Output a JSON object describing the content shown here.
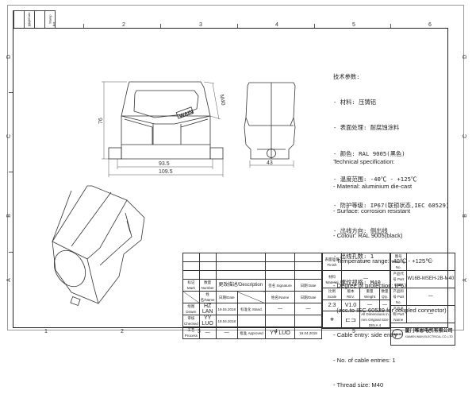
{
  "corner_labels": [
    "签名/Date",
    "Stamp"
  ],
  "zones": {
    "columns": [
      "1",
      "2",
      "3",
      "4",
      "5",
      "6"
    ],
    "rows": [
      "D",
      "C",
      "B",
      "A"
    ]
  },
  "drawing": {
    "front_view": {
      "dim_height": "76",
      "dim_thread": "M40",
      "dim_inner_width": "93.5",
      "dim_outer_width": "109.5",
      "logo_text": "WAIN"
    },
    "side_view": {
      "dim_width": "43"
    }
  },
  "spec_cn": {
    "title": "技术参数:",
    "items": [
      "- 材料: 压铸铝",
      "- 表面处理: 耐腐蚀涂料",
      "- 颜色: RAL 9005(黑色)",
      "- 温度范围: -40℃ - +125℃",
      "- 防护等级: IP67(联锁状态,IEC 60529)",
      "- 出线方向: 侧出线",
      "- 出线孔数: 1",
      "- 螺纹规格: M40"
    ]
  },
  "spec_en": {
    "title": "Technical specification:",
    "items": [
      "- Material: aluminium die-cast",
      "- Surface: corrosion resistant",
      "- Colour: RAL 9005(black)",
      "- Temperature range: -40℃ - +125℃",
      "- Degree of protection: IP67",
      "  (acc.to IEC 60529 for coupled connector)",
      "- Cable entry: side entry",
      "- No. of cable entries: 1",
      "- Thread size: M40"
    ]
  },
  "title_block": {
    "rev_header": {
      "mark": "标记 Mark",
      "number": "数量 Number",
      "description": "更改描述/Description",
      "signature": "签名 Signature",
      "date": "日期 Date"
    },
    "name_label": "姓名/Name",
    "date_label": "日期/Date",
    "drawn_label": "绘图 Drawn",
    "drawn_name": "HZ LAN",
    "drawn_date": "19.04.2018",
    "checked_label": "审核 Checked",
    "checked_name": "YY LUO",
    "checked_date": "19.04.2018",
    "process_label": "工艺 Process",
    "process_name": "—",
    "process_date": "—",
    "stand_label": "标准化 Stand.",
    "stand_name": "—",
    "stand_date": "—",
    "approved_label": "批准 Approved",
    "approved_name": "YY LUO",
    "approved_date": "19.04.2018",
    "finish_label": "表面处理 Finish",
    "finish_value": "—",
    "material_label": "材料 Material",
    "material_value": "—",
    "scale_label": "比例 Scale",
    "scale_value": "2:3",
    "rev_label": "版本 REV.",
    "rev_value": "V1.0",
    "weight_label": "重量 Weight",
    "weight_value": "—",
    "qty_label": "数量 Qty.",
    "qty_value": "—",
    "dim_note": "All Dimensions in mm Original Size DIN A 4",
    "drawing_no_label": "图号 Drawing No.",
    "drawing_no_value": "—",
    "part_code_label": "产品代号 Part Code",
    "part_code_value": "W16B-MSEH-2B-M40",
    "part_no_label": "产品料号 Part No.",
    "part_no_value": "—",
    "part_name_label": "产品名称 Part Name",
    "part_name_value": "—",
    "company_logo": "WAIN",
    "company_cn": "厦门唯恩电气有限公司",
    "company_en": "XIAMEN WAIN ELECTRICAL CO.,LTD"
  }
}
